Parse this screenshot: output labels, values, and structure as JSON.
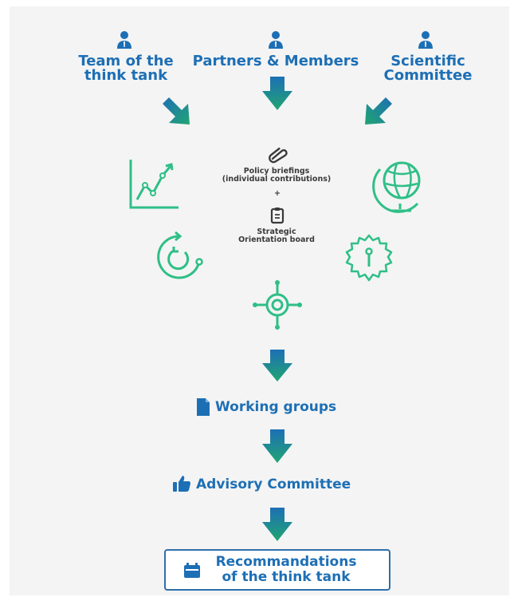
{
  "sources": {
    "team": {
      "line1": "Team of the",
      "line2": "think tank"
    },
    "partners": {
      "line1": "Partners & Members"
    },
    "scientific": {
      "line1": "Scientific",
      "line2": "Committee"
    }
  },
  "center": {
    "briefings": {
      "line1": "Policy briefings",
      "line2": "(individual contributions)"
    },
    "plus": "+",
    "board": {
      "line1": "Strategic",
      "line2": "Orientation board"
    }
  },
  "steps": {
    "working_groups": "Working groups",
    "advisory": "Advisory Committee"
  },
  "final": {
    "line1": "Recommandations",
    "line2": "of the think tank"
  },
  "icons": [
    "person-icon",
    "arrow-down-icon",
    "arrow-diagonal-icon",
    "paperclip-icon",
    "clipboard-icon",
    "line-chart-icon",
    "globe-icon",
    "cycle-icon",
    "gear-icon",
    "target-icon",
    "document-icon",
    "thumbs-up-icon",
    "calendar-icon"
  ],
  "colors": {
    "blue": "#1d6fb5",
    "arrow_top": "#1d6fb5",
    "arrow_bottom": "#21a572",
    "outline_green": "#2fbf87"
  }
}
